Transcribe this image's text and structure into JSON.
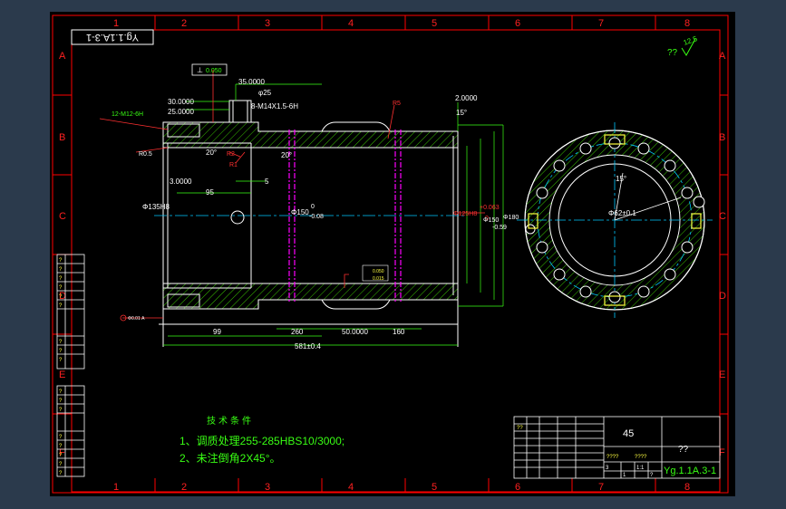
{
  "colors": {
    "background": "#000000",
    "frame": "#ff0000",
    "outline": "#ffffff",
    "hatch": "#39c000",
    "dimension": "#39ff14",
    "center_line": "#00c8ff",
    "leader": "#ff3030",
    "bolt_axis": "#ff00ff",
    "text_yellow": "#ffff40"
  },
  "border": {
    "columns": [
      "1",
      "2",
      "3",
      "4",
      "5",
      "6",
      "7",
      "8"
    ],
    "rows": [
      "A",
      "B",
      "C",
      "D",
      "E",
      "F"
    ]
  },
  "drawing_no_rotated": "Yg.1.1A.3-1",
  "roughness": {
    "general": "??",
    "value": "12.5"
  },
  "dimensions": {
    "d_0050_box": "0.050",
    "d_35": "35.0000",
    "d_25phi": "φ25",
    "d_30": "30.0000",
    "d_25": "25.0000",
    "thread_left": "12-M12-6H",
    "thread_top": "8-M14X1.5-6H",
    "r_r2": "R2",
    "r_r1": "R1",
    "r_r5": "R5",
    "r_r05": "R0.5",
    "angle_20a": "20°",
    "angle_20b": "20°",
    "angle_15a": "15°",
    "d_2": "2.0000",
    "d_3": "3.0000",
    "d_95": "95",
    "d_5": "5",
    "d_135": "Φ135H8",
    "d_150": "Φ150",
    "d_0": "0",
    "d_008": "-0.08",
    "d_125": "Φ125H8",
    "d_tol1": "+0.063",
    "d_tol2": "0",
    "d_150b": "Φ150",
    "d_180": "Φ180",
    "d_059": "-0.59",
    "geo_tol_a": "0.050",
    "geo_tol_b": "0.015",
    "d_99": "99",
    "d_260": "260",
    "d_50": "50.0000",
    "d_160": "160",
    "d_581": "581±0.4",
    "d_62": "Φ62±0.1",
    "angle_15b": "15°",
    "left_tag": "Φ0.01 A"
  },
  "tech_requirements": {
    "title": "技术条件",
    "line1": "1、调质处理255-285HBS10/3000;",
    "line2": "2、未注倒角2X45°。"
  },
  "title_block": {
    "material": "45",
    "scale": "??",
    "drawing_no": "Yg.1.1A.3-1",
    "small_1": "????",
    "small_2": "????",
    "small_3": "3",
    "small_4": "1:1",
    "small_5": "1",
    "small_6": "?",
    "small_7": "??"
  },
  "left_table": {
    "labels": [
      "?",
      "?",
      "?",
      "?",
      "?",
      "?",
      "?",
      "?",
      "?",
      "?",
      "?",
      "?",
      "?",
      "?",
      "?",
      "?",
      "?",
      "?",
      "?",
      "?"
    ]
  }
}
